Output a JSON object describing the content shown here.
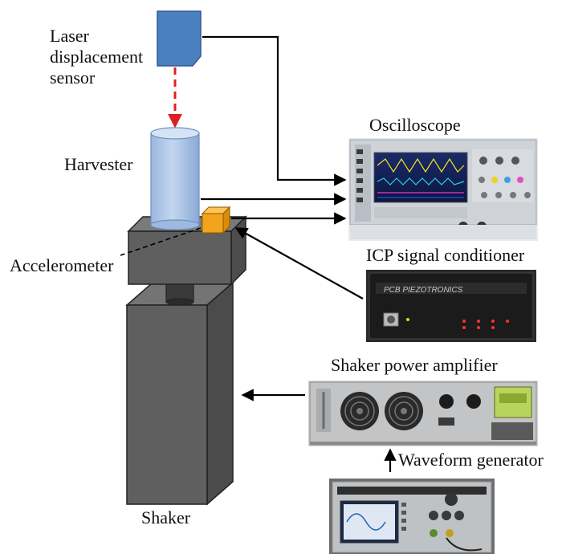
{
  "labels": {
    "laser_line1": "Laser",
    "laser_line2": "displacement",
    "laser_line3": "sensor",
    "harvester": "Harvester",
    "accelerometer": "Accelerometer",
    "shaker": "Shaker",
    "oscilloscope": "Oscilloscope",
    "icp_conditioner": "ICP signal conditioner",
    "power_amplifier": "Shaker power amplifier",
    "waveform_generator": "Waveform generator"
  },
  "device_text": {
    "pcb_brand": "PCB PIEZOTRONICS"
  },
  "colors": {
    "laser_sensor": "#4a7fc0",
    "laser_beam": "#e02020",
    "harvester": "#a9c4e6",
    "accelerometer": "#f3a41c",
    "shaker_body": "#5f5f5f",
    "arrow": "#000000"
  }
}
